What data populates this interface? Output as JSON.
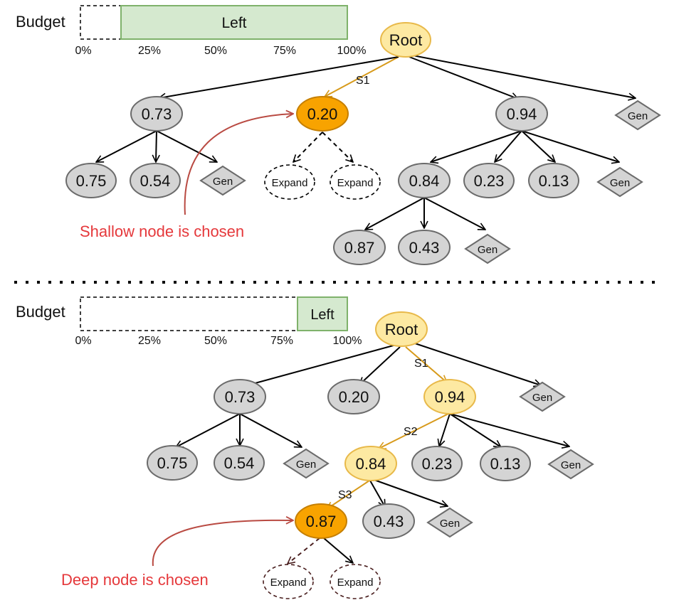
{
  "top": {
    "budget": {
      "label": "Budget",
      "bar_label": "Left",
      "used_fraction": 0.15,
      "ticks": [
        "0%",
        "25%",
        "50%",
        "75%",
        "100%"
      ]
    },
    "root": "Root",
    "step_labels": [
      "S1"
    ],
    "nodes": {
      "a": "0.73",
      "b": "0.20",
      "c": "0.94",
      "d": "Gen",
      "a1": "0.75",
      "a2": "0.54",
      "a3": "Gen",
      "b1": "Expand",
      "b2": "Expand",
      "c1": "0.84",
      "c2": "0.23",
      "c3": "0.13",
      "c4": "Gen",
      "c11": "0.87",
      "c12": "0.43",
      "c13": "Gen"
    },
    "note": "Shallow node is chosen"
  },
  "bottom": {
    "budget": {
      "label": "Budget",
      "bar_label": "Left",
      "used_fraction": 0.81,
      "ticks": [
        "0%",
        "25%",
        "50%",
        "75%",
        "100%"
      ]
    },
    "root": "Root",
    "step_labels": [
      "S1",
      "S2",
      "S3"
    ],
    "nodes": {
      "a": "0.73",
      "b": "0.20",
      "c": "0.94",
      "d": "Gen",
      "a1": "0.75",
      "a2": "0.54",
      "a3": "Gen",
      "c1": "0.84",
      "c2": "0.23",
      "c3": "0.13",
      "c4": "Gen",
      "c11": "0.87",
      "c12": "0.43",
      "c13": "Gen",
      "c111": "Expand",
      "c112": "Expand"
    },
    "note": "Deep node is chosen"
  },
  "colors": {
    "gray_node": "#d4d4d4",
    "gray_stroke": "#6b6b6b",
    "root_fill": "#fde9a2",
    "root_stroke": "#e8b94a",
    "selected_fill": "#f8a300",
    "selected_stroke": "#c57f00",
    "path_arrow": "#d79a1a",
    "note_red": "#e5383b",
    "note_arrow": "#b94a42",
    "budget_fill": "#d5e9cf",
    "budget_stroke": "#7fb26b"
  }
}
